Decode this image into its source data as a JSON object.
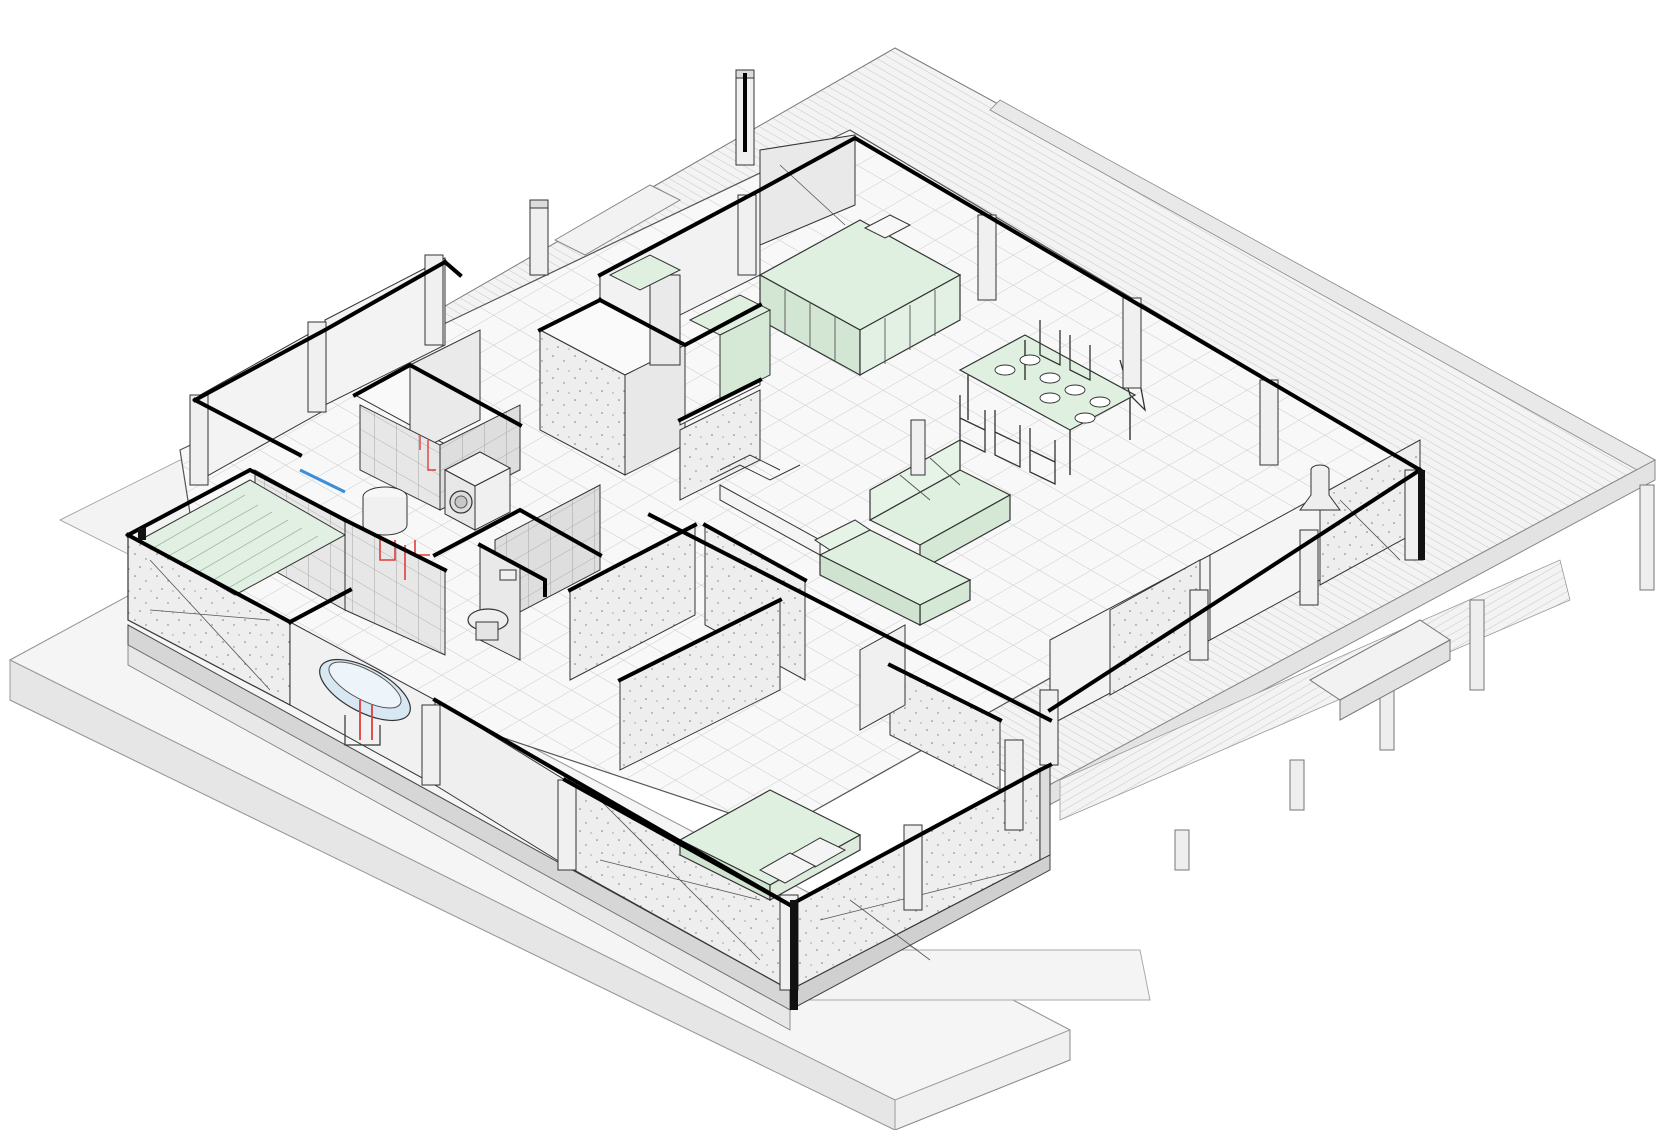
{
  "drawing": {
    "kind": "isometric cutaway floor plan",
    "rooms": [
      "living",
      "dining",
      "kitchen",
      "bathroom",
      "laundry",
      "bedroom",
      "corridor"
    ],
    "furniture": [
      "kitchen-island",
      "dining-table",
      "dining-chairs",
      "sofa",
      "double-bed",
      "bathtub",
      "toilet",
      "washing-machine",
      "stove"
    ],
    "colors": {
      "background": "#ffffff",
      "line": "#2b2b2b",
      "cut_wall": "#000000",
      "floor": "#f6f6f6",
      "tile_grid": "#bdbdbd",
      "wall_face": "#e4e4e4",
      "wall_light": "#f2f2f2",
      "furniture_fill": "#dff0e0",
      "deck": "#f4f4f4",
      "plumbing_red": "#e23c3c",
      "plumbing_blue": "#3b8fd6",
      "bathtub": "#d8e8f3"
    }
  }
}
